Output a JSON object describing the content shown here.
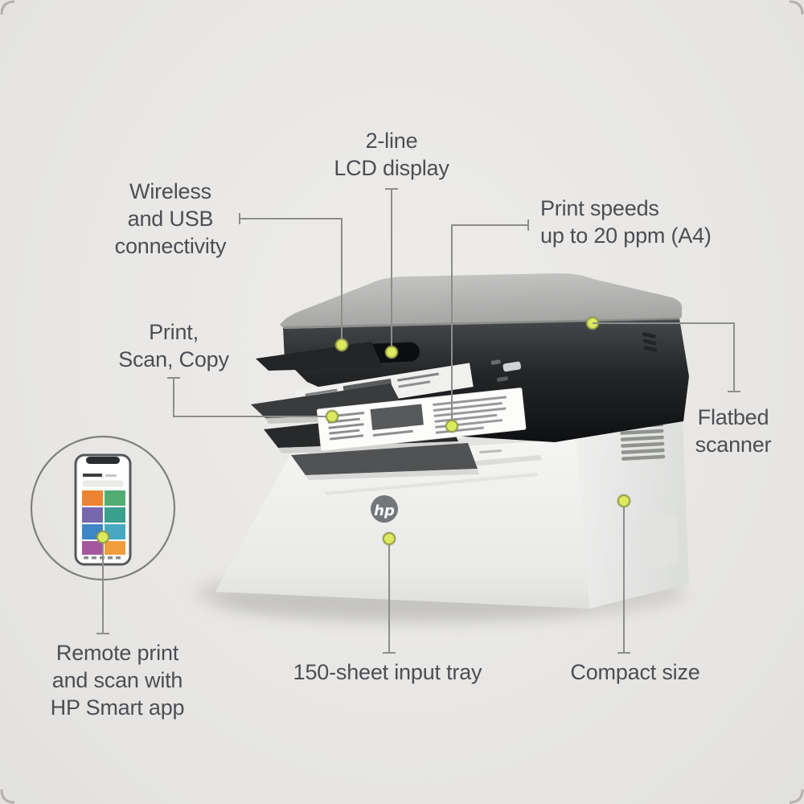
{
  "figure": {
    "type": "product-feature-diagram",
    "product_name": "HP laser multifunction printer",
    "brand_logo": "hp"
  },
  "colors": {
    "background": "#e8e7e5",
    "callout_dot": "#dcea5e",
    "callout_line": "#8d8d8c",
    "label_text": "#4b4e53"
  },
  "callouts": [
    {
      "id": "wireless",
      "label": "Wireless\nand USB\nconnectivity"
    },
    {
      "id": "lcd",
      "label": "2-line\nLCD display"
    },
    {
      "id": "print_speeds",
      "label": "Print speeds\nup to 20 ppm (A4)"
    },
    {
      "id": "print_scan_copy",
      "label": "Print,\nScan, Copy"
    },
    {
      "id": "flatbed",
      "label": "Flatbed\nscanner"
    },
    {
      "id": "remote_app",
      "label": "Remote print\nand scan with\nHP Smart app"
    },
    {
      "id": "input_tray",
      "label": "150-sheet input tray"
    },
    {
      "id": "compact",
      "label": "Compact size"
    }
  ]
}
